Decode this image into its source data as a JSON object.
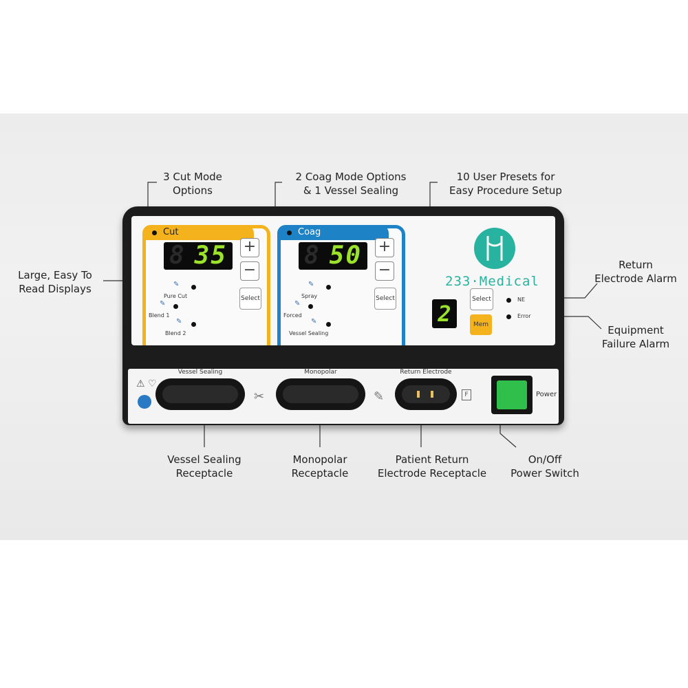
{
  "annotations": {
    "cut_modes": [
      "3 Cut Mode",
      "Options"
    ],
    "coag_modes": [
      "2 Coag Mode Options",
      "& 1 Vessel Sealing"
    ],
    "presets": [
      "10 User Presets for",
      "Easy Procedure Setup"
    ],
    "displays": [
      "Large,  Easy To",
      "Read Displays"
    ],
    "return_alarm": [
      "Return",
      "Electrode Alarm"
    ],
    "failure_alarm": [
      "Equipment",
      "Failure Alarm"
    ],
    "vessel_receptacle": [
      "Vessel Sealing",
      "Receptacle"
    ],
    "mono_receptacle": [
      "Monopolar",
      "Receptacle"
    ],
    "return_receptacle": [
      "Patient Return",
      "Electrode Receptacle"
    ],
    "power_switch": [
      "On/Off",
      "Power Switch"
    ]
  },
  "cut_panel": {
    "title": "Cut",
    "display_value": "35",
    "plus": "+",
    "minus": "−",
    "select": "Select",
    "modes": [
      "Pure Cut",
      "Blend 1",
      "Blend 2"
    ],
    "accent_color": "#f4b21d"
  },
  "coag_panel": {
    "title": "Coag",
    "display_value": "50",
    "plus": "+",
    "minus": "−",
    "select": "Select",
    "modes": [
      "Spray",
      "Forced",
      "Vessel Sealing"
    ],
    "accent_color": "#1d83c6"
  },
  "brand": {
    "name": "233·Medical",
    "color": "#27b3a0"
  },
  "preset": {
    "value": "2",
    "select": "Select",
    "mem": "Mem"
  },
  "alarms": [
    "NE",
    "Error"
  ],
  "ports": {
    "vessel": "Vessel Sealing",
    "mono": "Monopolar",
    "return": "Return Electrode"
  },
  "power_label": "Power",
  "icons": [
    "warning-icon",
    "heart-monitor-icon",
    "manual-icon",
    "forceps-icon",
    "pencil-probe-icon",
    "f-type-icon"
  ]
}
